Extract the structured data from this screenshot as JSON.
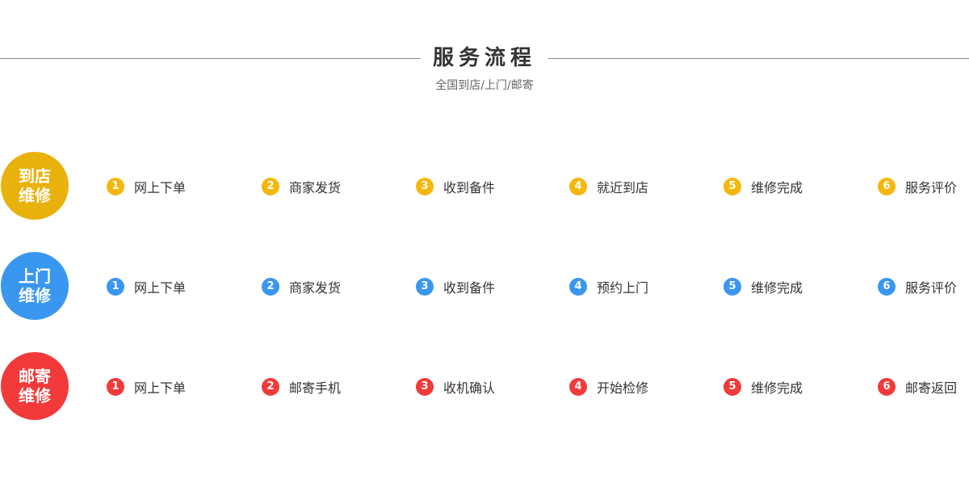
{
  "header": {
    "title": "服务流程",
    "subtitle": "全国到店/上门/邮寄"
  },
  "rows": [
    {
      "badge_line1": "到店",
      "badge_line2": "维修",
      "color": "#e9b10b",
      "steps": [
        {
          "num": "1",
          "label": "网上下单"
        },
        {
          "num": "2",
          "label": "商家发货"
        },
        {
          "num": "3",
          "label": "收到备件"
        },
        {
          "num": "4",
          "label": "就近到店"
        },
        {
          "num": "5",
          "label": "维修完成"
        },
        {
          "num": "6",
          "label": "服务评价"
        }
      ]
    },
    {
      "badge_line1": "上门",
      "badge_line2": "维修",
      "color": "#3a97f0",
      "steps": [
        {
          "num": "1",
          "label": "网上下单"
        },
        {
          "num": "2",
          "label": "商家发货"
        },
        {
          "num": "3",
          "label": "收到备件"
        },
        {
          "num": "4",
          "label": "预约上门"
        },
        {
          "num": "5",
          "label": "维修完成"
        },
        {
          "num": "6",
          "label": "服务评价"
        }
      ]
    },
    {
      "badge_line1": "邮寄",
      "badge_line2": "维修",
      "color": "#f23a3a",
      "steps": [
        {
          "num": "1",
          "label": "网上下单"
        },
        {
          "num": "2",
          "label": "邮寄手机"
        },
        {
          "num": "3",
          "label": "收机确认"
        },
        {
          "num": "4",
          "label": "开始检修"
        },
        {
          "num": "5",
          "label": "维修完成"
        },
        {
          "num": "6",
          "label": "邮寄返回"
        }
      ]
    }
  ]
}
